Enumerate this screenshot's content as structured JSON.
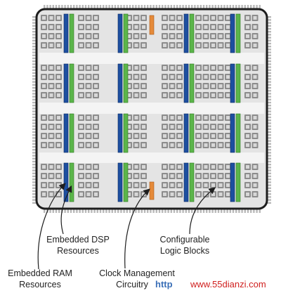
{
  "colors": {
    "pin": "#b9b9b9",
    "chip_bg": "#e4e4e4",
    "chip_border": "#1e1e1e",
    "cell_outer": "#8c8c8c",
    "cell_inner": "#d8d8d8",
    "channel": "#f4f4f4",
    "ram": "#1d4fa0",
    "dsp": "#5bb54a",
    "clock": "#e58a3a",
    "arrow": "#1e1e1e"
  },
  "labels": {
    "dsp": [
      "Embedded DSP",
      "Resources"
    ],
    "clb": [
      "Configurable",
      "Logic Blocks"
    ],
    "ram": [
      "Embedded RAM",
      "Resources"
    ],
    "clock": [
      "Clock Management",
      "Circuitry"
    ]
  },
  "watermark": {
    "prefix": "http",
    "url": "www.55dianzi.com"
  }
}
